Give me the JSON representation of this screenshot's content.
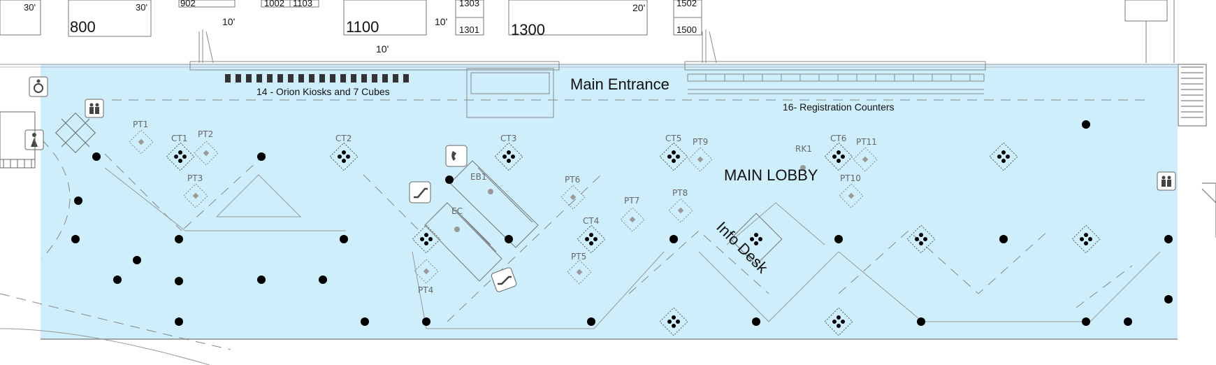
{
  "booths": {
    "b800": "800",
    "b1100": "1100",
    "b1300": "1300",
    "b902": "902",
    "b1002": "1002",
    "b1103": "1103",
    "b1303": "1303",
    "b1301": "1301",
    "b1502": "1502",
    "b1500": "1500"
  },
  "dimensions": {
    "d30_left": "30'",
    "d30_800": "30'",
    "d10_a": "10'",
    "d10_b": "10'",
    "d10_c": "10'",
    "d20": "20'"
  },
  "labels": {
    "main_entrance": "Main Entrance",
    "kiosks": "14 - Orion Kiosks and 7 Cubes",
    "registration": "16- Registration Counters",
    "main_lobby": "MAIN LOBBY",
    "info_desk": "Info Desk",
    "eb1": "EB1",
    "ec": "EC",
    "rk1": "RK1"
  },
  "markers": {
    "pt1": "PT1",
    "pt2": "PT2",
    "pt3": "PT3",
    "pt4": "PT4",
    "pt5": "PT5",
    "pt6": "PT6",
    "pt7": "PT7",
    "pt8": "PT8",
    "pt9": "PT9",
    "pt10": "PT10",
    "pt11": "PT11",
    "ct1": "CT1",
    "ct2": "CT2",
    "ct3": "CT3",
    "ct4": "CT4",
    "ct5": "CT5",
    "ct6": "CT6"
  },
  "icons": [
    "elevator-icon",
    "restroom-icon",
    "wheelchair-icon",
    "phone-icon",
    "escalator-icon"
  ],
  "colors": {
    "lobby": "#cdeefa",
    "line": "#777777",
    "column": "#000000"
  }
}
